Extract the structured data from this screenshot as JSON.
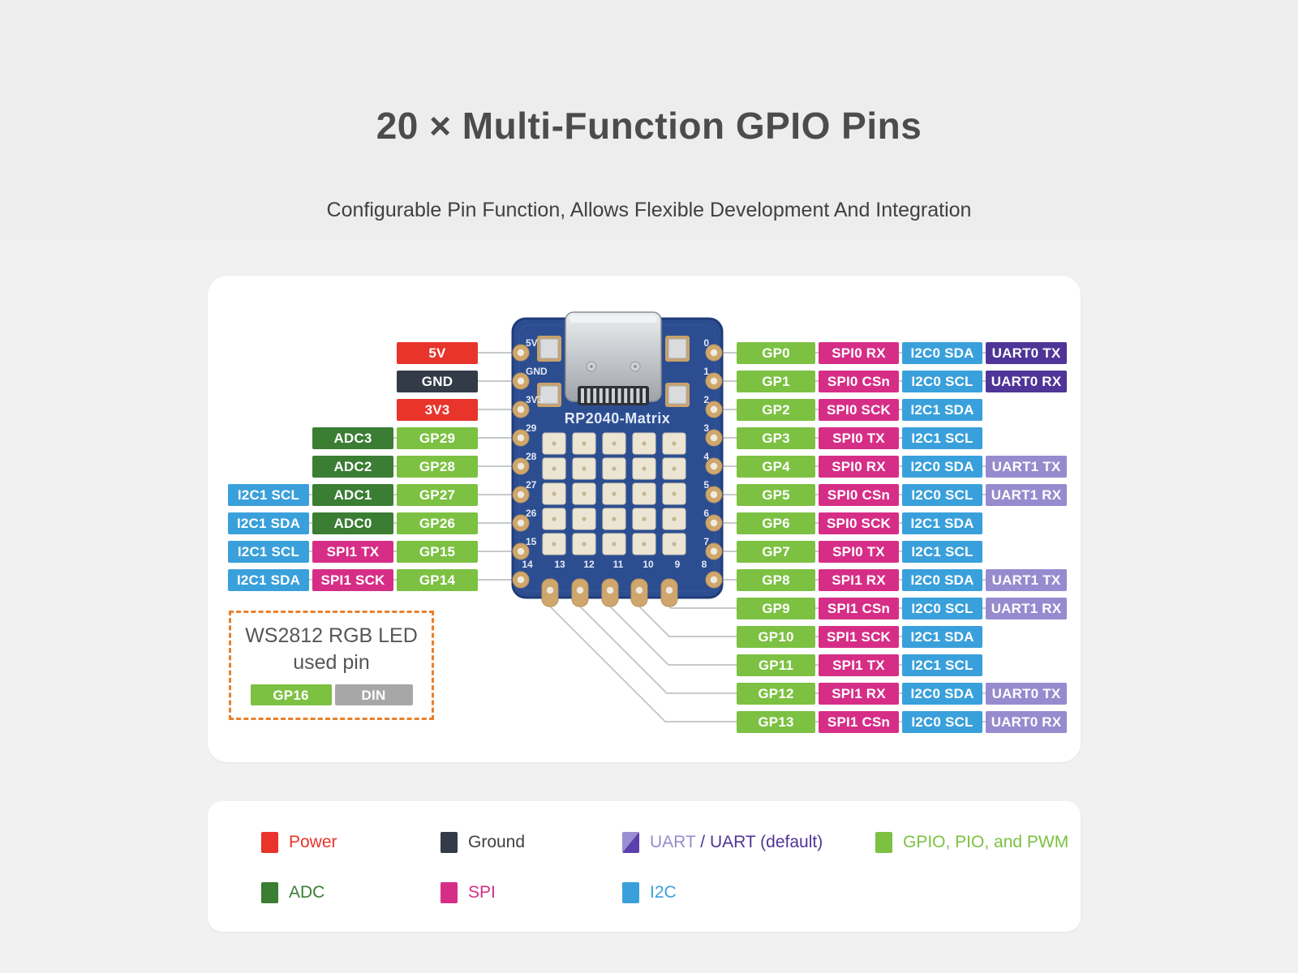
{
  "header": {
    "title": "20 × Multi-Function GPIO Pins",
    "subtitle": "Configurable Pin Function, Allows Flexible Development And Integration"
  },
  "colors": {
    "power": "#e8342b",
    "ground": "#333b48",
    "gpio": "#7cc142",
    "adc": "#3a7d33",
    "spi": "#d62e87",
    "i2c": "#3aa0db",
    "uart_default": "#4f3597",
    "uart": "#968bce",
    "pcb": "#2c4e91",
    "pad_gold": "#cfa76d",
    "callout_border": "#e8802c",
    "din_gray": "#a7a7a7"
  },
  "board": {
    "name": "RP2040-Matrix",
    "left_silk": [
      "5V",
      "GND",
      "3V3",
      "29",
      "28",
      "27",
      "26",
      "15"
    ],
    "right_silk": [
      "0",
      "1",
      "2",
      "3",
      "4",
      "5",
      "6",
      "7"
    ],
    "bottom_silk": [
      "14",
      "13",
      "12",
      "11",
      "10",
      "9",
      "8"
    ]
  },
  "pinout": {
    "left_rows": [
      [
        {
          "t": "power",
          "x": "5V"
        }
      ],
      [
        {
          "t": "ground",
          "x": "GND"
        }
      ],
      [
        {
          "t": "power",
          "x": "3V3"
        }
      ],
      [
        {
          "t": "adc",
          "x": "ADC3"
        },
        {
          "t": "gpio",
          "x": "GP29"
        }
      ],
      [
        {
          "t": "adc",
          "x": "ADC2"
        },
        {
          "t": "gpio",
          "x": "GP28"
        }
      ],
      [
        {
          "t": "i2c",
          "x": "I2C1 SCL"
        },
        {
          "t": "adc",
          "x": "ADC1"
        },
        {
          "t": "gpio",
          "x": "GP27"
        }
      ],
      [
        {
          "t": "i2c",
          "x": "I2C1 SDA"
        },
        {
          "t": "adc",
          "x": "ADC0"
        },
        {
          "t": "gpio",
          "x": "GP26"
        }
      ],
      [
        {
          "t": "i2c",
          "x": "I2C1 SCL"
        },
        {
          "t": "spi",
          "x": "SPI1 TX"
        },
        {
          "t": "gpio",
          "x": "GP15"
        }
      ],
      [
        {
          "t": "i2c",
          "x": "I2C1 SDA"
        },
        {
          "t": "spi",
          "x": "SPI1 SCK"
        },
        {
          "t": "gpio",
          "x": "GP14"
        }
      ]
    ],
    "right_rows": [
      [
        {
          "t": "gpio",
          "x": "GP0"
        },
        {
          "t": "spi",
          "x": "SPI0 RX"
        },
        {
          "t": "i2c",
          "x": "I2C0 SDA"
        },
        {
          "t": "uartd",
          "x": "UART0 TX"
        }
      ],
      [
        {
          "t": "gpio",
          "x": "GP1"
        },
        {
          "t": "spi",
          "x": "SPI0 CSn"
        },
        {
          "t": "i2c",
          "x": "I2C0 SCL"
        },
        {
          "t": "uartd",
          "x": "UART0 RX"
        }
      ],
      [
        {
          "t": "gpio",
          "x": "GP2"
        },
        {
          "t": "spi",
          "x": "SPI0 SCK"
        },
        {
          "t": "i2c",
          "x": "I2C1 SDA"
        }
      ],
      [
        {
          "t": "gpio",
          "x": "GP3"
        },
        {
          "t": "spi",
          "x": "SPI0 TX"
        },
        {
          "t": "i2c",
          "x": "I2C1 SCL"
        }
      ],
      [
        {
          "t": "gpio",
          "x": "GP4"
        },
        {
          "t": "spi",
          "x": "SPI0 RX"
        },
        {
          "t": "i2c",
          "x": "I2C0 SDA"
        },
        {
          "t": "uart",
          "x": "UART1 TX"
        }
      ],
      [
        {
          "t": "gpio",
          "x": "GP5"
        },
        {
          "t": "spi",
          "x": "SPI0 CSn"
        },
        {
          "t": "i2c",
          "x": "I2C0 SCL"
        },
        {
          "t": "uart",
          "x": "UART1 RX"
        }
      ],
      [
        {
          "t": "gpio",
          "x": "GP6"
        },
        {
          "t": "spi",
          "x": "SPI0 SCK"
        },
        {
          "t": "i2c",
          "x": "I2C1 SDA"
        }
      ],
      [
        {
          "t": "gpio",
          "x": "GP7"
        },
        {
          "t": "spi",
          "x": "SPI0 TX"
        },
        {
          "t": "i2c",
          "x": "I2C1 SCL"
        }
      ],
      [
        {
          "t": "gpio",
          "x": "GP8"
        },
        {
          "t": "spi",
          "x": "SPI1 RX"
        },
        {
          "t": "i2c",
          "x": "I2C0 SDA"
        },
        {
          "t": "uart",
          "x": "UART1 TX"
        }
      ],
      [
        {
          "t": "gpio",
          "x": "GP9"
        },
        {
          "t": "spi",
          "x": "SPI1 CSn"
        },
        {
          "t": "i2c",
          "x": "I2C0 SCL"
        },
        {
          "t": "uart",
          "x": "UART1 RX"
        }
      ],
      [
        {
          "t": "gpio",
          "x": "GP10"
        },
        {
          "t": "spi",
          "x": "SPI1 SCK"
        },
        {
          "t": "i2c",
          "x": "I2C1 SDA"
        }
      ],
      [
        {
          "t": "gpio",
          "x": "GP11"
        },
        {
          "t": "spi",
          "x": "SPI1 TX"
        },
        {
          "t": "i2c",
          "x": "I2C1 SCL"
        }
      ],
      [
        {
          "t": "gpio",
          "x": "GP12"
        },
        {
          "t": "spi",
          "x": "SPI1 RX"
        },
        {
          "t": "i2c",
          "x": "I2C0 SDA"
        },
        {
          "t": "uart",
          "x": "UART0 TX"
        }
      ],
      [
        {
          "t": "gpio",
          "x": "GP13"
        },
        {
          "t": "spi",
          "x": "SPI1 CSn"
        },
        {
          "t": "i2c",
          "x": "I2C0 SCL"
        },
        {
          "t": "uart",
          "x": "UART0 RX"
        }
      ]
    ]
  },
  "ws2812": {
    "line1": "WS2812 RGB LED",
    "line2": "used pin",
    "pins": [
      {
        "t": "gpio",
        "x": "GP16"
      },
      {
        "t": "din",
        "x": "DIN"
      }
    ]
  },
  "legend": {
    "rows": [
      [
        {
          "swatch": "power",
          "label": "Power",
          "lt": "power"
        },
        {
          "swatch": "ground",
          "label": "Ground",
          "lt": "ground"
        },
        {
          "swatch": "uart-split",
          "parts": [
            {
              "c": "uart",
              "x": "UART"
            },
            {
              "c": "uartd",
              "x": " / "
            },
            {
              "c": "uartd",
              "x": "UART (default)"
            }
          ]
        },
        {
          "swatch": "gpio",
          "label": "GPIO, PIO, and PWM",
          "lt": "gpio"
        }
      ],
      [
        {
          "swatch": "adc",
          "label": "ADC",
          "lt": "adc"
        },
        {
          "swatch": "spi",
          "label": "SPI",
          "lt": "spi"
        },
        {
          "swatch": "i2c",
          "label": "I2C",
          "lt": "i2c"
        }
      ]
    ]
  }
}
